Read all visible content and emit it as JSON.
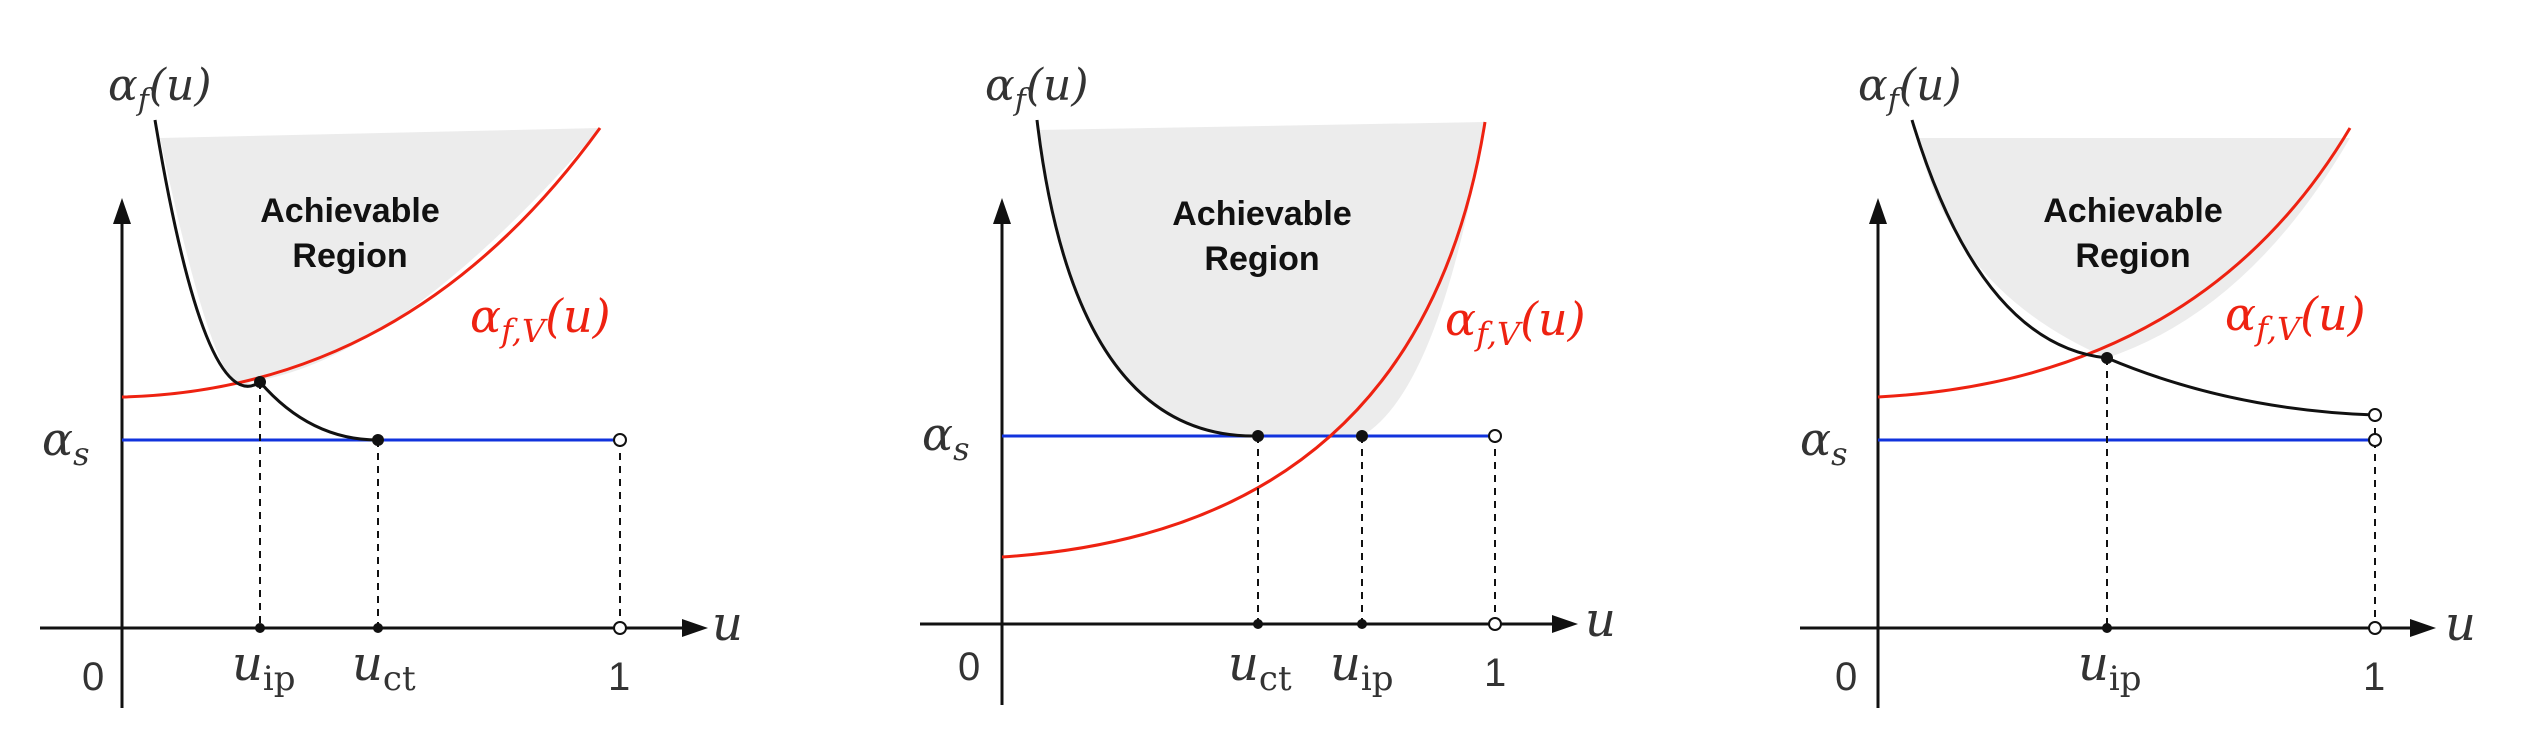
{
  "colors": {
    "region_fill": "#ececec",
    "curve_black": "#111111",
    "curve_red": "#ee2211",
    "line_blue": "#1133dd",
    "axis": "#111111",
    "label": "#333333"
  },
  "panels": [
    {
      "alpha_f_label": "α",
      "alpha_f_sub": "f",
      "alpha_f_arg": "(u)",
      "region_line1": "Achievable",
      "region_line2": "Region",
      "alpha_fV_label": "α",
      "alpha_fV_sub": "f,V",
      "alpha_fV_arg": "(u)",
      "alpha_s_label": "α",
      "alpha_s_sub": "s",
      "x_axis_label": "u",
      "origin_label": "0",
      "one_label": "1",
      "ticks": [
        {
          "main": "u",
          "sub": "ip"
        },
        {
          "main": "u",
          "sub": "ct"
        }
      ]
    },
    {
      "alpha_f_label": "α",
      "alpha_f_sub": "f",
      "alpha_f_arg": "(u)",
      "region_line1": "Achievable",
      "region_line2": "Region",
      "alpha_fV_label": "α",
      "alpha_fV_sub": "f,V",
      "alpha_fV_arg": "(u)",
      "alpha_s_label": "α",
      "alpha_s_sub": "s",
      "x_axis_label": "u",
      "origin_label": "0",
      "one_label": "1",
      "ticks": [
        {
          "main": "u",
          "sub": "ct"
        },
        {
          "main": "u",
          "sub": "ip"
        }
      ]
    },
    {
      "alpha_f_label": "α",
      "alpha_f_sub": "f",
      "alpha_f_arg": "(u)",
      "region_line1": "Achievable",
      "region_line2": "Region",
      "alpha_fV_label": "α",
      "alpha_fV_sub": "f,V",
      "alpha_fV_arg": "(u)",
      "alpha_s_label": "α",
      "alpha_s_sub": "s",
      "x_axis_label": "u",
      "origin_label": "0",
      "one_label": "1",
      "ticks": [
        {
          "main": "u",
          "sub": "ip"
        }
      ]
    }
  ]
}
